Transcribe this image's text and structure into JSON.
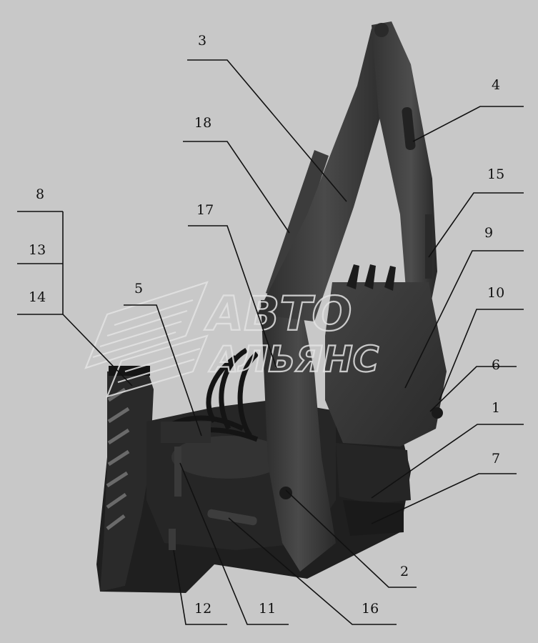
{
  "watermark": {
    "line1": "АВТО",
    "line2": "АЛЬЯНС"
  },
  "callouts": [
    {
      "id": "3",
      "label": "3"
    },
    {
      "id": "18",
      "label": "18"
    },
    {
      "id": "17",
      "label": "17"
    },
    {
      "id": "4",
      "label": "4"
    },
    {
      "id": "15",
      "label": "15"
    },
    {
      "id": "9",
      "label": "9"
    },
    {
      "id": "10",
      "label": "10"
    },
    {
      "id": "6",
      "label": "6"
    },
    {
      "id": "1",
      "label": "1"
    },
    {
      "id": "7",
      "label": "7"
    },
    {
      "id": "8",
      "label": "8"
    },
    {
      "id": "13",
      "label": "13"
    },
    {
      "id": "14",
      "label": "14"
    },
    {
      "id": "5",
      "label": "5"
    },
    {
      "id": "2",
      "label": "2"
    },
    {
      "id": "12",
      "label": "12"
    },
    {
      "id": "11",
      "label": "11"
    },
    {
      "id": "16",
      "label": "16"
    }
  ],
  "colors": {
    "background": "#c8c8c8",
    "machine_dark": "#1c1c1c",
    "machine_mid": "#3a3a3a",
    "machine_light": "#5a5a5a",
    "watermark": "#e4e4e4",
    "ink": "#111111"
  }
}
